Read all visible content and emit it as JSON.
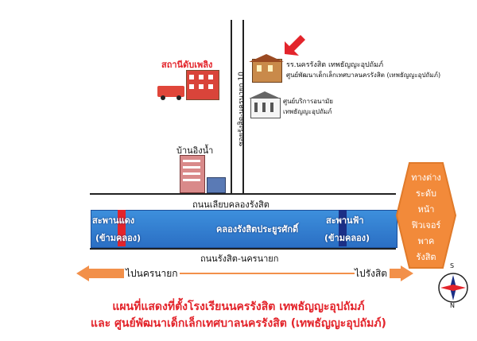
{
  "landmarks": {
    "fire_station": "สถานีดับเพลิง",
    "school_line1": "รร.นครรังสิต เทพธัญญะอุปถัมภ์",
    "school_line2": "ศูนย์พัฒนาเด็กเล็กเทศบาลนครรังสิต (เทพธัญญะอุปถัมภ์)",
    "service_center_line1": "ศูนย์บริการอนามัย",
    "service_center_line2": "เทพธัญญะอุปถัมภ์",
    "soi": "ซอยรังสิต-นครนายก 10",
    "ban_ing_nam": "บ้านอิงน้ำ"
  },
  "roads": {
    "upper": "ถนนเลียบคลองรังสิต",
    "lower": "ถนนรังสิต-นครนายก"
  },
  "canal": {
    "name": "คลองรังสิตประยูรศักดิ์",
    "bridge_left_line1": "สะพานแดง",
    "bridge_left_line2": "(ข้ามคลอง)",
    "bridge_right_line1": "สะพานฟ้า",
    "bridge_right_line2": "(ข้ามคลอง)"
  },
  "directions": {
    "left": "ไปนครนายก",
    "right": "ไปรังสิต"
  },
  "distance_box": {
    "lines": [
      "ทางต่าง",
      "ระดับ",
      "หน้า",
      "ฟิวเจอร์",
      "พาค",
      "รังสิต"
    ]
  },
  "compass": {
    "north": "S",
    "south": "N"
  },
  "caption": {
    "line1": "แผนที่แสดงที่ตั้งโรงเรียนนครรังสิต เทพธัญญะอุปถัมภ์",
    "line2": "และ ศูนย์พัฒนาเด็กเล็กเทศบาลนครรังสิต (เทพธัญญะอุปถัมภ์)"
  },
  "colors": {
    "canal": "#2b6fc4",
    "red_bridge": "#e3242b",
    "blue_bridge": "#1b2f86",
    "arrow": "#f2904a",
    "hexagon": "#f28a3a",
    "caption": "#e3242b",
    "pointer": "#e3242b"
  }
}
